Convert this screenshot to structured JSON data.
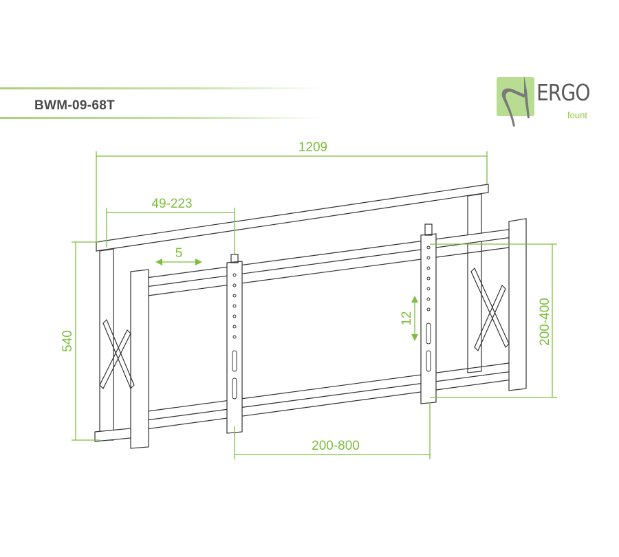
{
  "header": {
    "model": "BWM-09-68T"
  },
  "logo": {
    "brand": "ERGO",
    "sub": "fount"
  },
  "colors": {
    "accent": "#7cbf3a",
    "line": "#333333",
    "logo_bg": "#b9dc93"
  },
  "dimensions": {
    "overall_width": "1209",
    "offset_range": "49-223",
    "lateral_shift": "5",
    "height": "540",
    "vertical_adjust": "12",
    "vertical_spacing": "200-400",
    "horizontal_spacing": "200-800"
  }
}
